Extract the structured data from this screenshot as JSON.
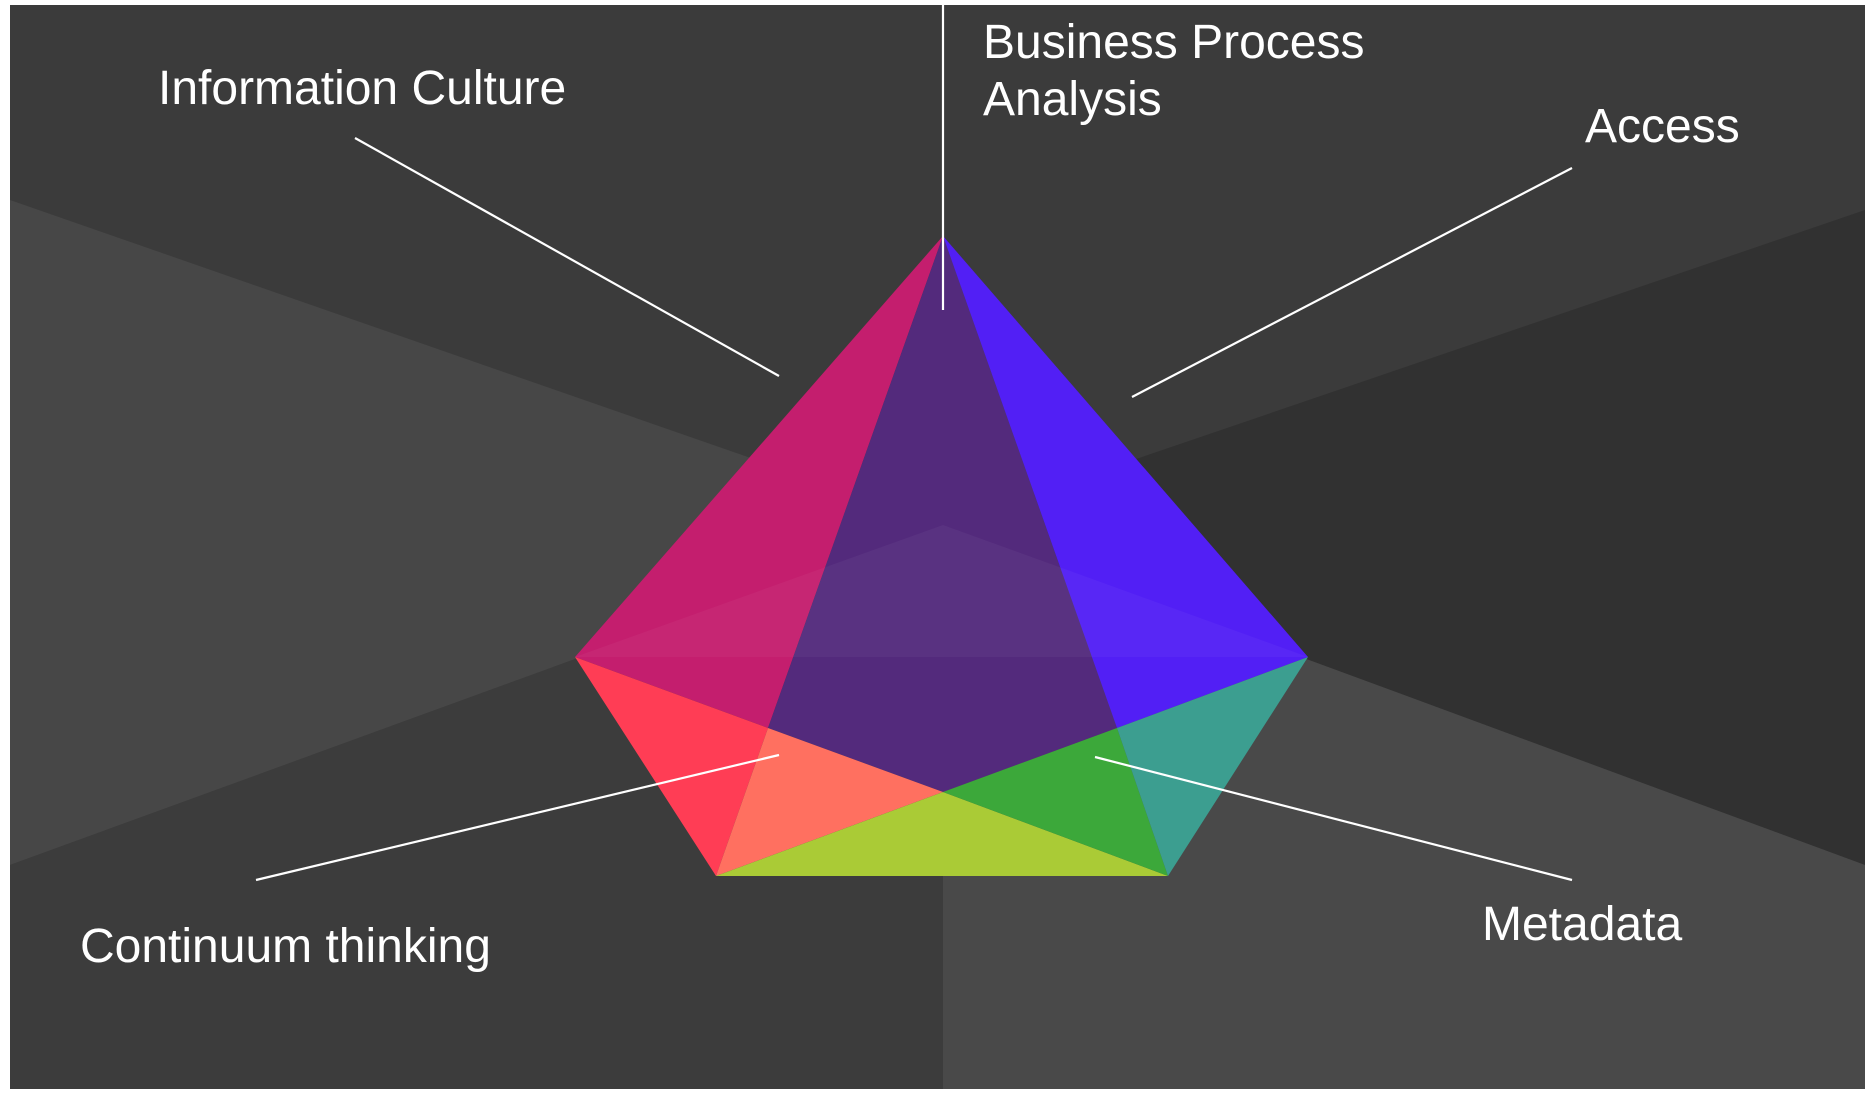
{
  "labels": {
    "information_culture": "Information Culture",
    "business_process_line1": "Business Process",
    "business_process_line2": "Analysis",
    "access": "Access",
    "continuum_thinking": "Continuum thinking",
    "metadata": "Metadata"
  },
  "colors": {
    "background": "#3b3b3b",
    "ray_light": "#474747",
    "ray_dark": "#333333",
    "connector": "#ffffff",
    "label_text": "#ffffff",
    "facet_magenta": "#c41e6e",
    "facet_purple": "#532a7c",
    "facet_blue": "#521ff5",
    "facet_red": "#ff3d55",
    "facet_salmon": "#ff7060",
    "facet_yellowgreen": "#aacb36",
    "facet_green": "#3ca83a",
    "facet_teal": "#3c9e90"
  }
}
